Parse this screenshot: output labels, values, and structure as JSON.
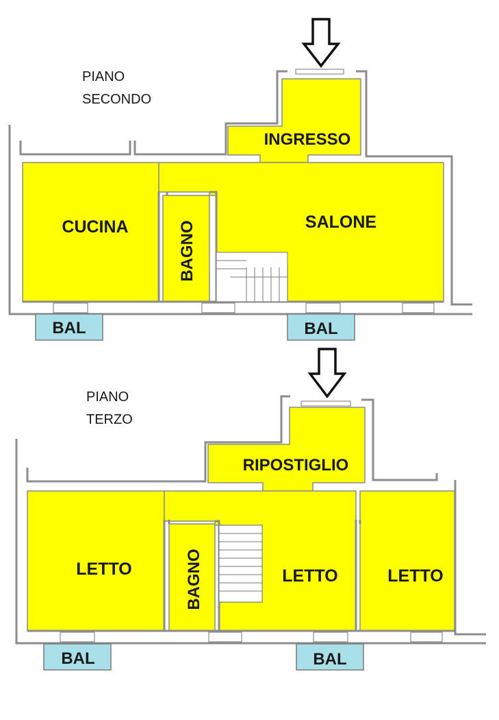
{
  "floors": [
    {
      "label_line1": "PIANO",
      "label_line2": "SECONDO",
      "rooms": {
        "ingresso": "INGRESSO",
        "cucina": "CUCINA",
        "bagno": "BAGNO",
        "salone": "SALONE"
      },
      "balconies": [
        "BAL",
        "BAL"
      ]
    },
    {
      "label_line1": "PIANO",
      "label_line2": "TERZO",
      "rooms": {
        "ripostiglio": "RIPOSTIGLIO",
        "letto_left": "LETTO",
        "bagno": "BAGNO",
        "letto_center": "LETTO",
        "letto_right": "LETTO"
      },
      "balconies": [
        "BAL",
        "BAL"
      ]
    }
  ],
  "colors": {
    "room_fill": "#ffff00",
    "balcony_fill": "#a9dfe9",
    "wall": "#8c8c8c"
  },
  "icons": [
    "entrance-arrow-icon",
    "entrance-arrow-icon"
  ]
}
